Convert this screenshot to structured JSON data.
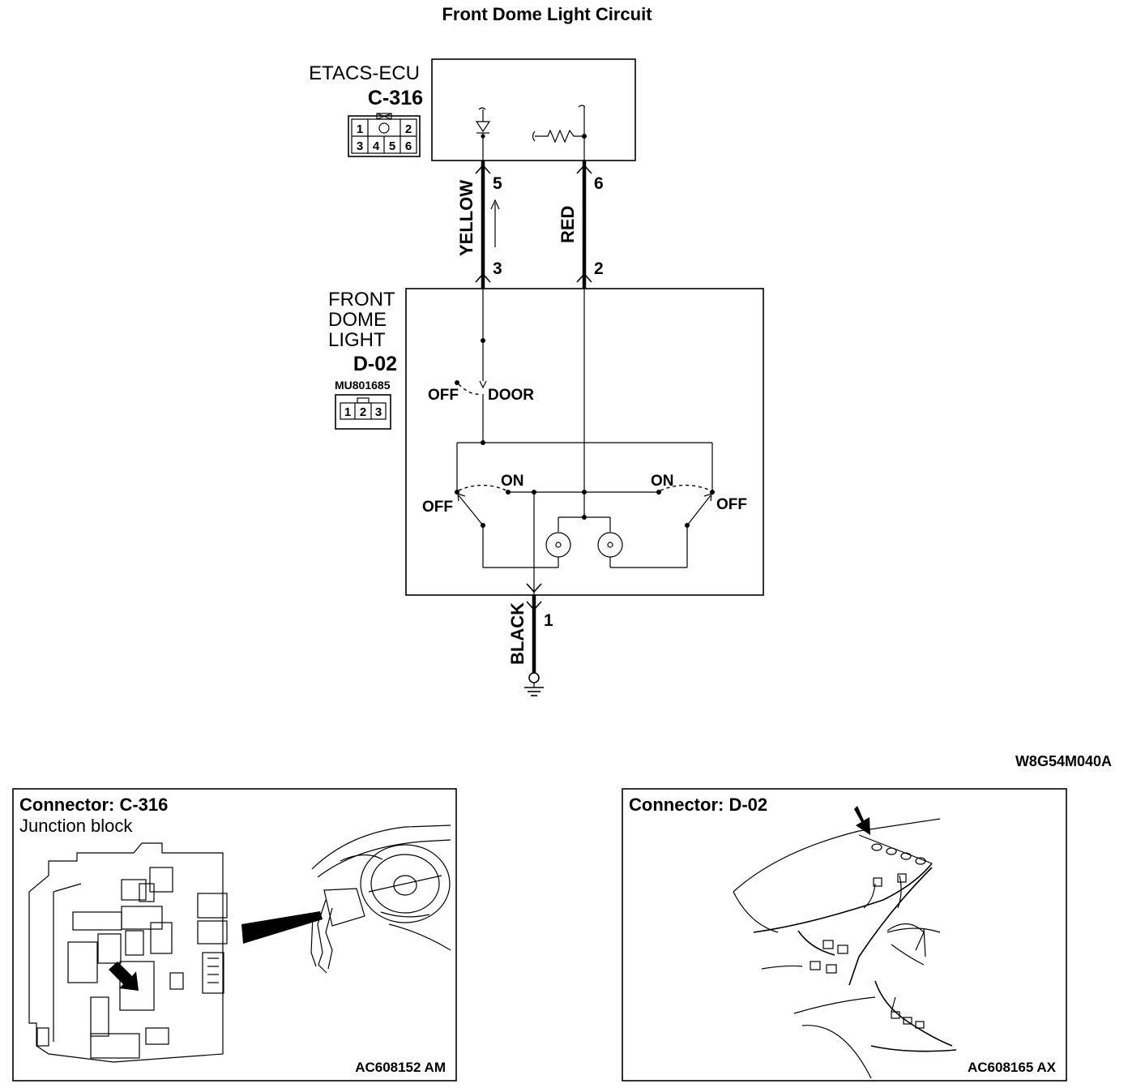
{
  "title": "Front Dome Light Circuit",
  "figure_code": "W8G54M040A",
  "etacs": {
    "name": "ETACS-ECU",
    "connector": "C-316",
    "grid_top": [
      "1",
      "2"
    ],
    "grid_bottom": [
      "3",
      "4",
      "5",
      "6"
    ]
  },
  "dome": {
    "name_lines": [
      "FRONT",
      "DOME",
      "LIGHT"
    ],
    "connector": "D-02",
    "part_no": "MU801685",
    "grid": [
      "1",
      "2",
      "3"
    ]
  },
  "wires": {
    "yellow": "YELLOW",
    "red": "RED",
    "black": "BLACK"
  },
  "pins": {
    "etacs_yellow": "5",
    "etacs_red": "6",
    "dome_yellow": "3",
    "dome_red": "2",
    "dome_black": "1"
  },
  "switch_labels": {
    "door_off": "OFF",
    "door": "DOOR",
    "left_on": "ON",
    "left_off": "OFF",
    "right_on": "ON",
    "right_off": "OFF"
  },
  "panels": [
    {
      "title": "Connector: C-316",
      "subtitle": "Junction block",
      "ref": "AC608152 AM"
    },
    {
      "title": "Connector: D-02",
      "subtitle": "",
      "ref": "AC608165 AX"
    }
  ]
}
